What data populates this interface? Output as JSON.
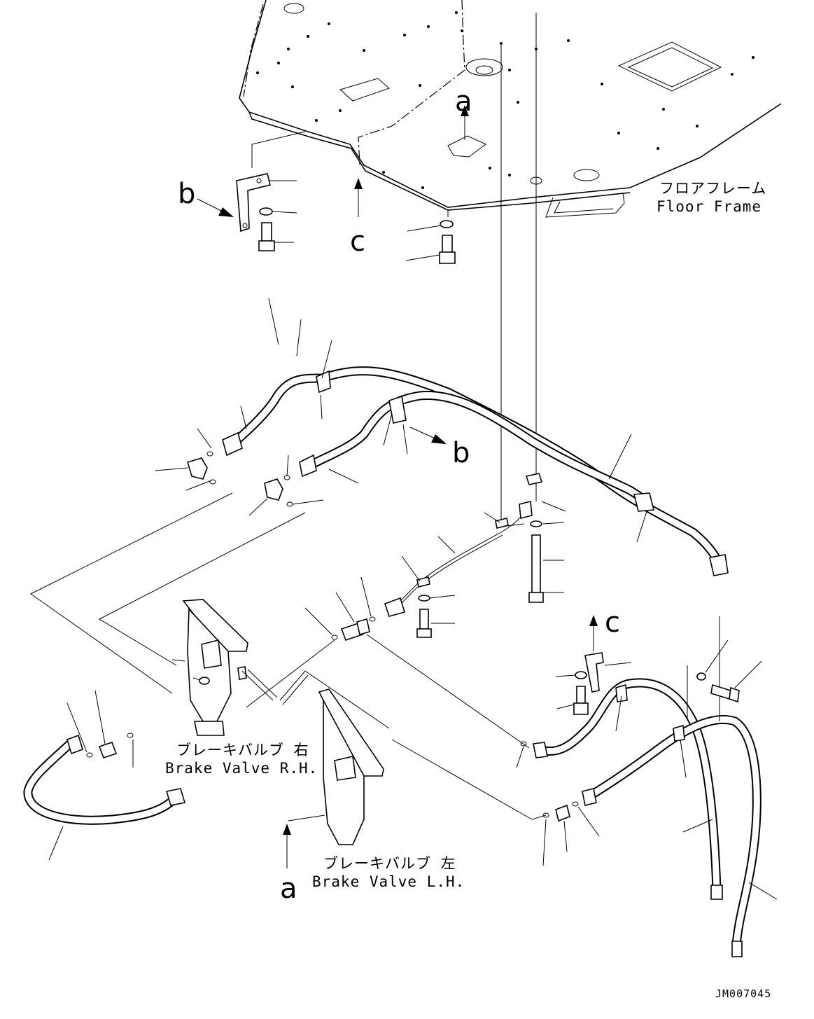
{
  "labels": {
    "floor_frame_jp": "フロアフレーム",
    "floor_frame_en": "Floor Frame",
    "brake_rh_jp": "ブレーキバルブ 右",
    "brake_rh_en": "Brake Valve R.H.",
    "brake_lh_jp": "ブレーキバルブ 左",
    "brake_lh_en": "Brake Valve L.H.",
    "drawing_code": "JM007045"
  },
  "refs": {
    "a": "a",
    "b": "b",
    "c": "c"
  }
}
